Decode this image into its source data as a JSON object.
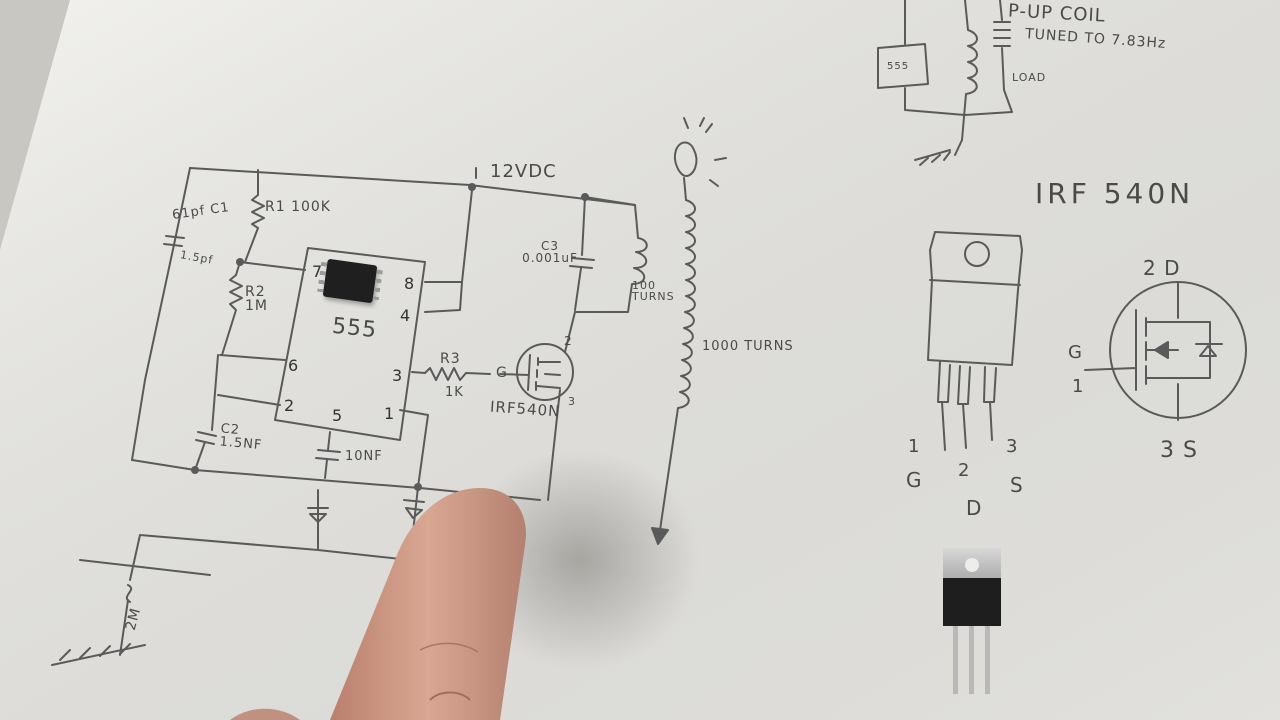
{
  "schematic": {
    "supply": "12VDC",
    "c1": "61pf C1",
    "c1_note": "1.5pf",
    "r1": "R1 100K",
    "r2": "R2 1M",
    "chip": "555",
    "c2": "C2 1.5NF",
    "cap_10nf": "10NF",
    "c3": "C3 0.001uF",
    "coil_primary": "100 TURNS",
    "r3": "R3",
    "r3_value": "1K",
    "mosfet": "IRF540N",
    "mosfet_gate": "G",
    "mosfet_drain_pin": "2",
    "mosfet_source_pin": "3",
    "coil_secondary": "1000 TURNS",
    "ground_resistor": "2M",
    "pins": {
      "p1": "1",
      "p2": "2",
      "p3": "3",
      "p4": "4",
      "p5": "5",
      "p6": "6",
      "p7": "7",
      "p8": "8"
    }
  },
  "top_right": {
    "coil_title": "P-UP COIL",
    "coil_tuned": "TUNED TO 7.83Hz",
    "load": "LOAD",
    "box_label": "555"
  },
  "mosfet_diagram": {
    "title": "IRF 540N",
    "pin_numbers": [
      "1",
      "2",
      "3"
    ],
    "pin_names": [
      "G",
      "D",
      "S"
    ],
    "symbol_top": "2 D",
    "symbol_gate_letter": "G",
    "symbol_gate_number": "1",
    "symbol_bottom": "3 S"
  }
}
